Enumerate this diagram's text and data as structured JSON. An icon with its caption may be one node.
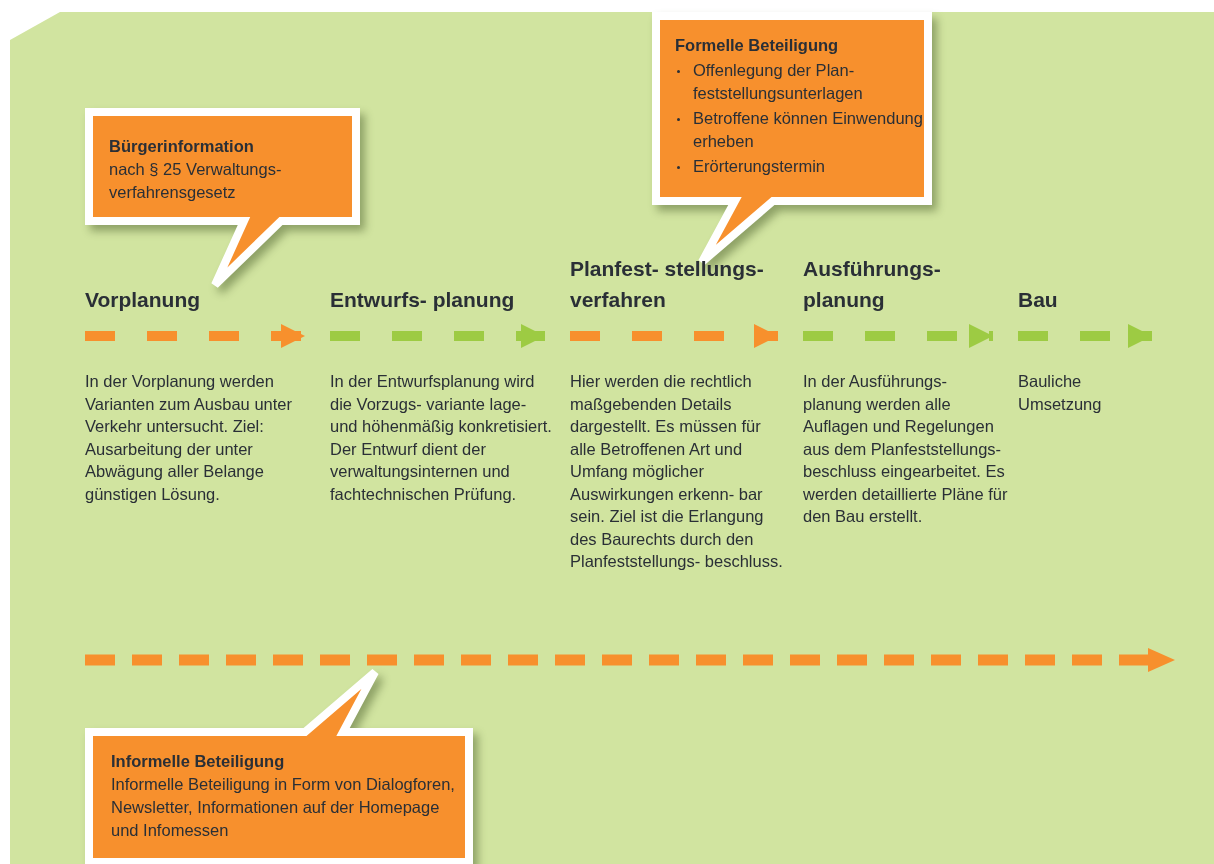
{
  "diagram": {
    "nodes": [
      {
        "text": [
          "Formelle Beteiligung",
          "Offenlegung der Plan- feststellungsunterlagen",
          "Betroffene können Einwendung erheben",
          "Erörterungstermin"
        ]
      },
      {
        "text": [
          "Bürgerinformation",
          "nach § 25 Verwaltungs- verfahrensgesetz"
        ]
      },
      {
        "text": [
          "Vorplanung",
          "In der Vorplanung werden Varianten zum Ausbau unter Verkehr untersucht. Ziel: Ausarbeitung der unter Abwägung aller Belange günstigen Lösung."
        ]
      },
      {
        "text": [
          "Entwurfs- planung",
          "In der Entwurfsplanung wird die Vorzugs- variante lage- und höhenmäßig konkretisiert. Der Entwurf dient der verwaltungsinternen und fachtechnischen Prüfung."
        ]
      },
      {
        "text": [
          "Planfest- stellungs- verfahren",
          "Hier werden die rechtlich maßgebenden Details dargestellt. Es müssen für alle Betroffenen Art und Umfang möglicher Auswirkungen erkenn- bar sein. Ziel ist die Erlangung des Baurechts durch den Planfeststellungs- beschluss."
        ]
      },
      {
        "text": [
          "Ausführungs- planung",
          "In der Ausführungs- planung werden alle Auflagen und Regelungen aus dem Planfeststellungs- beschluss eingearbeitet. Es werden detaillierte Pläne für den Bau erstellt."
        ]
      },
      {
        "text": [
          "Bau",
          "Bauliche Umsetzung"
        ]
      },
      {
        "text": [
          "Informelle Beteiligung",
          "Informelle Beteiligung in Form von Dialogforen, Newsletter, Informationen auf der Homepage und Infomessen"
        ]
      }
    ],
    "edges": [
      {
        "from": 2,
        "to": 3,
        "arrow": "to",
        "style": "dashed",
        "color": "#f7902d"
      },
      {
        "from": 3,
        "to": 4,
        "arrow": "to",
        "style": "dashed"
      },
      {
        "from": 4,
        "to": 5,
        "arrow": "to",
        "style": "dashed",
        "color": "#f7902d"
      },
      {
        "from": 5,
        "to": 6,
        "arrow": "to",
        "style": "dashed"
      },
      {
        "from": 6,
        "to": null,
        "arrow": "to",
        "style": "dashed"
      }
    ]
  }
}
